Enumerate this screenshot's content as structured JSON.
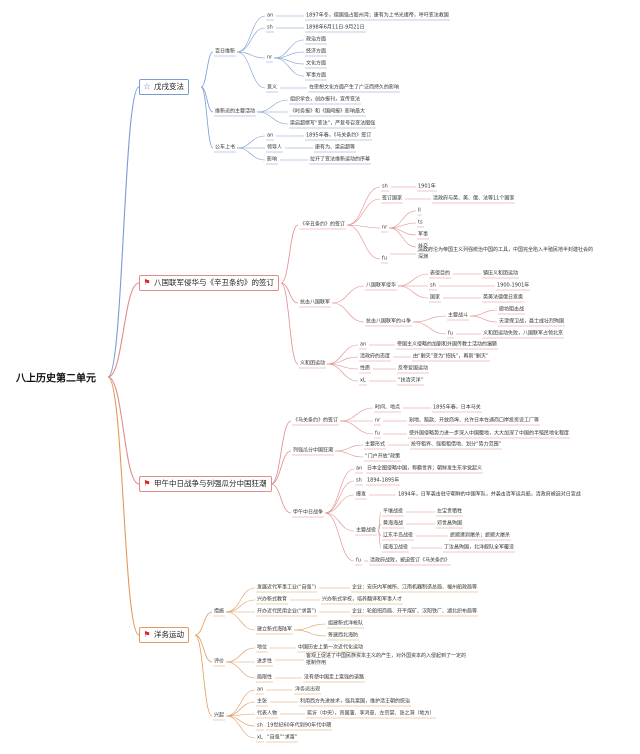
{
  "root": "八上历史第二单元",
  "topics": {
    "t1": "戊戌变法",
    "t2": "八国联军侵华与《辛丑条约》的签订",
    "t3": "甲午中日战争与列强瓜分中国狂潮",
    "t4": "洋务运动"
  },
  "icons": {
    "star": "star-icon",
    "flag": "flag-icon",
    "star_color": "#4a78c9",
    "flag_color": "#e02424"
  },
  "n": {
    "a1": "百日维新",
    "a1_1": "an",
    "a1_1v": "1897年冬，德国强占胶州湾；康有为上书光绪帝，呼吁变法救国",
    "a1_2": "sh",
    "a1_2v": "1898年6月11日-9月21日",
    "a1_3": "nr",
    "a1_3a": "政治方面",
    "a1_3b": "经济方面",
    "a1_3c": "文化方面",
    "a1_3d": "军事方面",
    "a1_4": "意义",
    "a1_4v": "在思想文化方面产生了广泛而持久的影响",
    "a2": "维新派的主要活动",
    "a2_1": "组织学会，创办报刊，宣传变法",
    "a2_2": "《时务报》和《国闻报》影响最大",
    "a2_3": "梁启超撰写“变法”，严复号召变法图强",
    "a3": "公车上书",
    "a3_1": "an",
    "a3_1v": "1895年春，《马关条约》签订",
    "a3_2": "领导人",
    "a3_2v": "康有为、梁启超等",
    "a3_3": "影响",
    "a3_3v": "拉开了变法维新运动的序幕",
    "b1": "《辛丑条约》的签订",
    "b1_1": "sh",
    "b1_1v": "1901年",
    "b1_2": "签订国家",
    "b1_2v": "清政府与英、美、俄、法等11个国家",
    "b1_3": "nr",
    "b1_3a": "ll",
    "b1_3b": "ts",
    "b1_3c": "军事",
    "b1_3d": "外交",
    "b1_4": "fu",
    "b1_4v": "清政府沦为帝国主义列强统治中国的工具，中国完全陷入半殖民地半封建社会的深渊",
    "b2": "抗击八国联军",
    "b2_1": "八国联军侵华",
    "b2_1a": "表侵目的",
    "b2_1av": "镇压义和团运动",
    "b2_1b": "sh",
    "b2_1bv": "1900-1901年",
    "b2_1c": "国家",
    "b2_1cv": "英美法德俄日意奥",
    "b2_2": "抗击八国联军的斗争",
    "b2_2a": "主要战斗",
    "b2_2a1": "廊坊阻击战",
    "b2_2a2": "天津保卫战，聂士成壮烈殉国",
    "b2_2b": "fu",
    "b2_2bv": "义和团运动失败，八国联军占领北京",
    "b3": "义和团运动",
    "b3_1": "an",
    "b3_1v": "帝国主义侵略的加剧和外国传教士活动的猖獗",
    "b3_2": "清政府的态度",
    "b3_2v": "由“剿灭”变为“招抚”，再到“剿灭”",
    "b3_3": "性质",
    "b3_3v": "反帝爱国运动",
    "b3_4": "xL",
    "b3_4v": "“扶清灭洋”",
    "c1": "《马关条约》的签订",
    "c1_1": "时间、地点",
    "c1_1v": "1895年春，日本马关",
    "c1_2": "nr",
    "c1_2v": "割地、赔款、开放商埠、允许日本在通商口岸投资设工厂等",
    "c1_3": "fu",
    "c1_3v": "使外国侵略势力进一步深入中国腹地，大大加深了中国的半殖民地化程度",
    "c2": "列强瓜分中国狂潮",
    "c2_1": "主要形式",
    "c2_1v": "抢夺租界、强租租借地、划分“势力范围”",
    "c2_2": "“门户开放”政策",
    "c3": "甲午中日战争",
    "c3_1": "an",
    "c3_1v": "日本企图侵略中国，称霸世界；朝鲜发生东学党起义",
    "c3_2": "sh",
    "c3_2v": "1894-1895年",
    "c3_3": "爆发",
    "c3_3v": "1894年，日军袭击驻守朝鲜的中国军队，并袭击清军运兵船，清政府被迫对日宣战",
    "c3_4": "主要战役",
    "c3_4a": "平壤战役",
    "c3_4av": "左宝贵牺牲",
    "c3_4b": "黄海海战",
    "c3_4bv": "邓世昌殉国",
    "c3_4c": "辽东半岛战役",
    "c3_4cv": "旅顺遭到屠杀；旅顺大屠杀",
    "c3_4d": "威海卫战役",
    "c3_4dv": "丁汝昌殉国，北洋舰队全军覆没",
    "c3_5": "fu",
    "c3_5v": "清政府战败，被迫签订《马关条约》",
    "d1": "措施",
    "d1_1": "发展近代军事工业(“自强”)",
    "d1_1v": "企业：安庆内军械所、江南机器制造总局、福州船政局等",
    "d1_2": "兴办新式教育",
    "d1_2v": "兴办新式学校，培养翻译和军事人才",
    "d1_3": "开办近代民用企业(“求富”)",
    "d1_3v": "企业：轮船招商局、开平煤矿、汉阳铁厂、湖北织布局等",
    "d1_4": "建立新式海陆军",
    "d1_4a": "组建新式洋枪队",
    "d1_4b": "筹建西北海防",
    "d2": "评价",
    "d2_1": "地位",
    "d2_1v": "中国历史上第一次近代化运动",
    "d2_2": "进步性",
    "d2_2v": "客观上促进了中国民族资本主义的产生，对外国资本的入侵起到了一定的抵制作用",
    "d2_3": "局限性",
    "d2_3v": "没有使中国走上富强的道路",
    "d3": "兴起",
    "d3_1": "an",
    "d3_1v": "洋务派出现",
    "d3_2": "主张",
    "d3_2v": "利用西方先进技术，强兵富国，维护清王朝的统治",
    "d3_3": "代表人物",
    "d3_3v": "奕䜣（中央），曾国藩、李鸿章、左宗棠、张之洞（地方）",
    "d3_4": "sh",
    "d3_4v": "19世纪60年代到90年代中期",
    "d3_5": "xL",
    "d3_5v": "“自强”“求富”"
  }
}
